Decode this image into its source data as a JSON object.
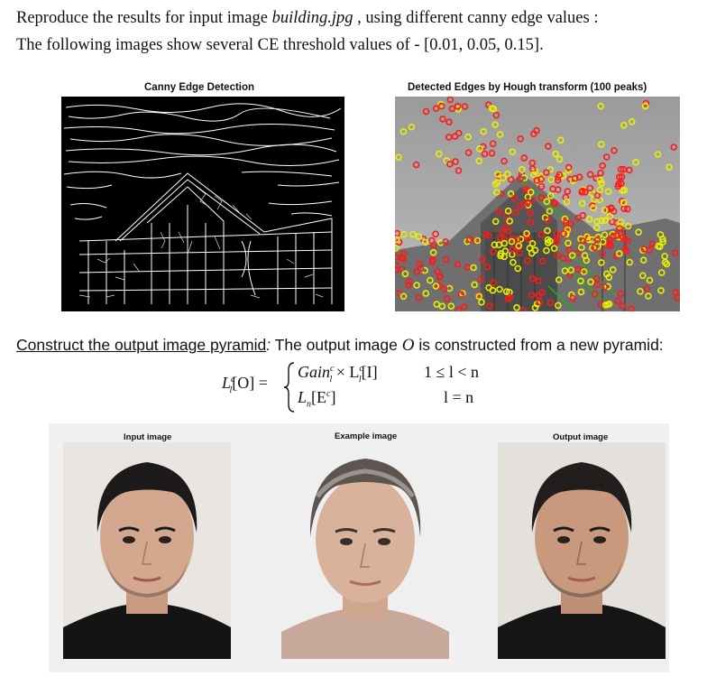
{
  "intro": {
    "line1_prefix": "Reproduce the results for input image ",
    "line1_file": "building.jpg",
    "line1_suffix": " , using different canny edge values :",
    "line2": "The following images show several CE threshold values of - [0.01, 0.05, 0.15]."
  },
  "figures": {
    "canny_title": "Canny Edge Detection",
    "hough_title": "Detected Edges by Hough transform (100 peaks)"
  },
  "pyramid": {
    "label": "Construct the output image pyramid",
    "colon": ":",
    "text_a": " The output image ",
    "symbol": "O",
    "text_b": " is constructed from a new pyramid:"
  },
  "equation": {
    "lhs": "L",
    "lhs_sup": "c",
    "lhs_sub": "l",
    "lhs_arg": "[O] =",
    "case1": "Gain",
    "case1_sup": "c",
    "case1_sub": "l",
    "case1_rest": "× L",
    "case1_rest_sup": "c",
    "case1_rest_sub": "l",
    "case1_arg": "[I]",
    "case1_cond": "1 ≤ l < n",
    "case2": "L",
    "case2_sub": "n",
    "case2_arg": "[E",
    "case2_sup": "c",
    "case2_close": "]",
    "case2_cond": "l = n"
  },
  "faces": {
    "input_title": "Input image",
    "example_title": "Example image",
    "output_title": "Output image"
  }
}
